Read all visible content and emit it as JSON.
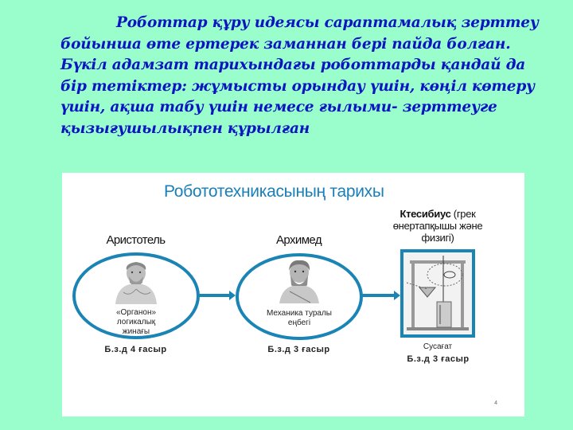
{
  "intro": {
    "lines": [
      "Роботтар құру идеясы сараптамалық зерттеу",
      "бойынша өте ертерек заманнан бері пайда болған.",
      "Бүкіл адамзат тарихындағы роботтарды қандай да",
      "бір тетіктер: жұмысты орындау үшін, көңіл көтеру",
      "үшін, ақша табу үшін немесе ғылыми- зерттеуге",
      "қызығушылықпен  құрылған"
    ]
  },
  "diagram": {
    "title": "Робототехникасының тарихы",
    "nodes": [
      {
        "name": "Аристотель",
        "description": [
          "«Органон»",
          "логикалық",
          "жинағы"
        ],
        "era": "Б.з.д 4 ғасыр",
        "image": "aristotle-bust"
      },
      {
        "name": "Архимед",
        "description": [
          "Механика туралы",
          "еңбегі"
        ],
        "era": "Б.з.д 3 ғасыр",
        "image": "archimedes-bust"
      },
      {
        "name": "Ктесибиус",
        "name_suffix": " (грек",
        "name_lines": [
          "өнертапқышы және",
          "физигі)"
        ],
        "description": [
          "Сусағат"
        ],
        "era": "Б.з.д 3 ғасыр",
        "image": "water-clock"
      }
    ],
    "page_number": "4",
    "colors": {
      "background": "#99fdcc",
      "intro_text": "#0a14c0",
      "title": "#1a7fb8",
      "accent": "#1a84b4",
      "panel": "#ffffff"
    }
  }
}
